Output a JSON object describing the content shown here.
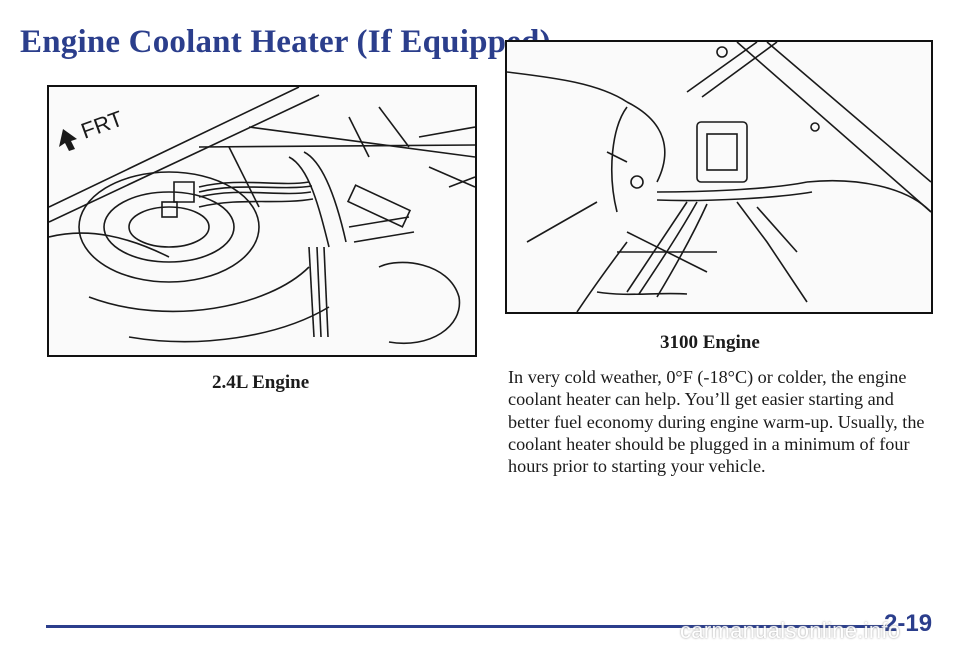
{
  "page": {
    "title": "Engine Coolant Heater (If Equipped)",
    "page_number": "2-19",
    "watermark": "carmanualsonline.info"
  },
  "figures": [
    {
      "caption": "2.4L Engine",
      "label": "FRT"
    },
    {
      "caption": "3100 Engine"
    }
  ],
  "body_text": "In very cold weather, 0°F (-18°C) or colder, the engine coolant heater can help. You’ll get easier starting and better fuel economy during engine warm-up. Usually, the coolant heater should be plugged in a minimum of four hours prior to starting your vehicle.",
  "colors": {
    "title": "#2b3e8c",
    "rule": "#2b3e8c"
  }
}
